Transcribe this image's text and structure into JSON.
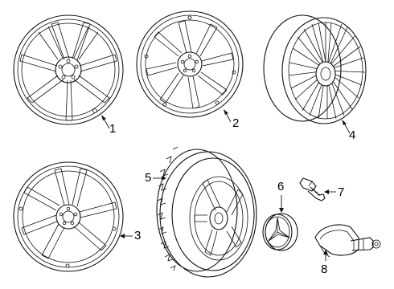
{
  "diagram": {
    "parts": [
      {
        "callout": "1",
        "name": "wheel-5-double-spoke-front",
        "icon": "wheel-icon"
      },
      {
        "callout": "2",
        "name": "wheel-10-spoke",
        "icon": "wheel-icon"
      },
      {
        "callout": "3",
        "name": "wheel-5-double-spoke-spare",
        "icon": "wheel-icon"
      },
      {
        "callout": "4",
        "name": "wheel-multi-spoke-angled",
        "icon": "wheel-icon"
      },
      {
        "callout": "5",
        "name": "spare-tire-assembly",
        "icon": "tire-icon"
      },
      {
        "callout": "6",
        "name": "center-cap-star-emblem",
        "icon": "emblem-icon"
      },
      {
        "callout": "7",
        "name": "lug-bolt",
        "icon": "bolt-icon"
      },
      {
        "callout": "8",
        "name": "tpms-sensor",
        "icon": "sensor-icon"
      }
    ]
  }
}
